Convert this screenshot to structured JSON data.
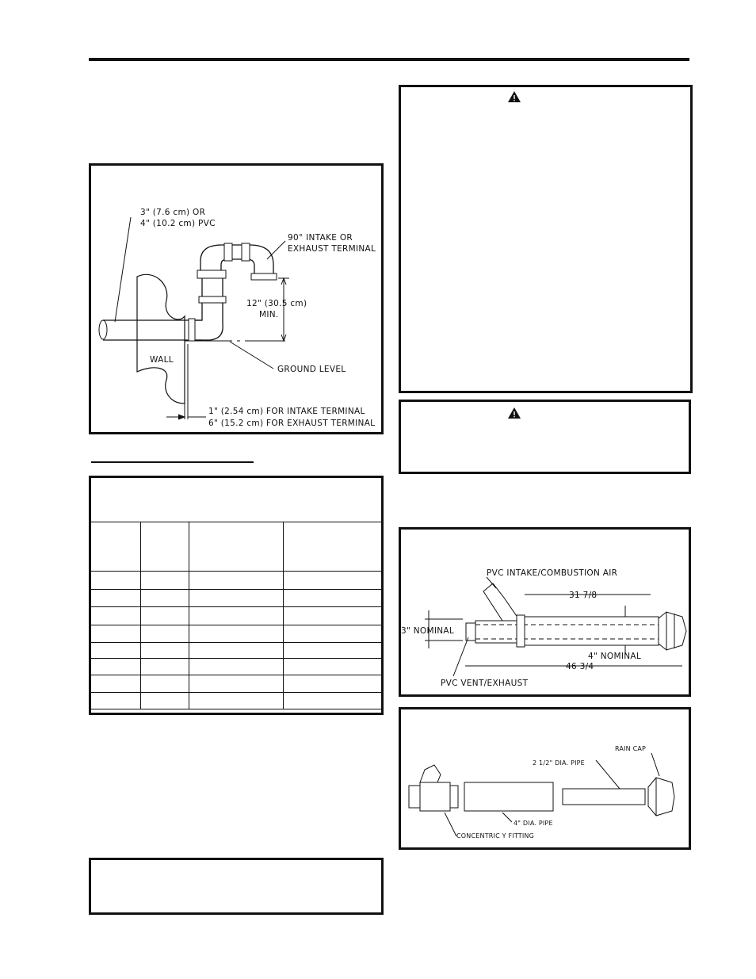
{
  "figure_labels": {
    "pipe_size": [
      "3\" (7.6 cm) OR",
      "4\" (10.2 cm) PVC"
    ],
    "terminal": [
      "90° INTAKE OR",
      "EXHAUST TERMINAL"
    ],
    "clearance": [
      "12\" (30.5 cm)",
      "MIN."
    ],
    "wall": "WALL",
    "ground": "GROUND LEVEL",
    "intake_offset": "1\" (2.54 cm) FOR INTAKE TERMINAL",
    "exhaust_offset": "6\" (15.2 cm) FOR EXHAUST TERMINAL"
  },
  "concentric_labels": {
    "intake": "PVC INTAKE/COMBUSTION AIR",
    "length_short": "31 7/8",
    "nominal_3": "3\" NOMINAL",
    "nominal_4": "4\" NOMINAL",
    "length_total": "46 3/4",
    "vent": "PVC VENT/EXHAUST"
  },
  "kit_labels": {
    "rain_cap": "RAIN CAP",
    "small_pipe": "2 1/2\" DIA. PIPE",
    "large_pipe": "4\" DIA. PIPE",
    "y_fitting": "CONCENTRIC Y FITTING"
  }
}
